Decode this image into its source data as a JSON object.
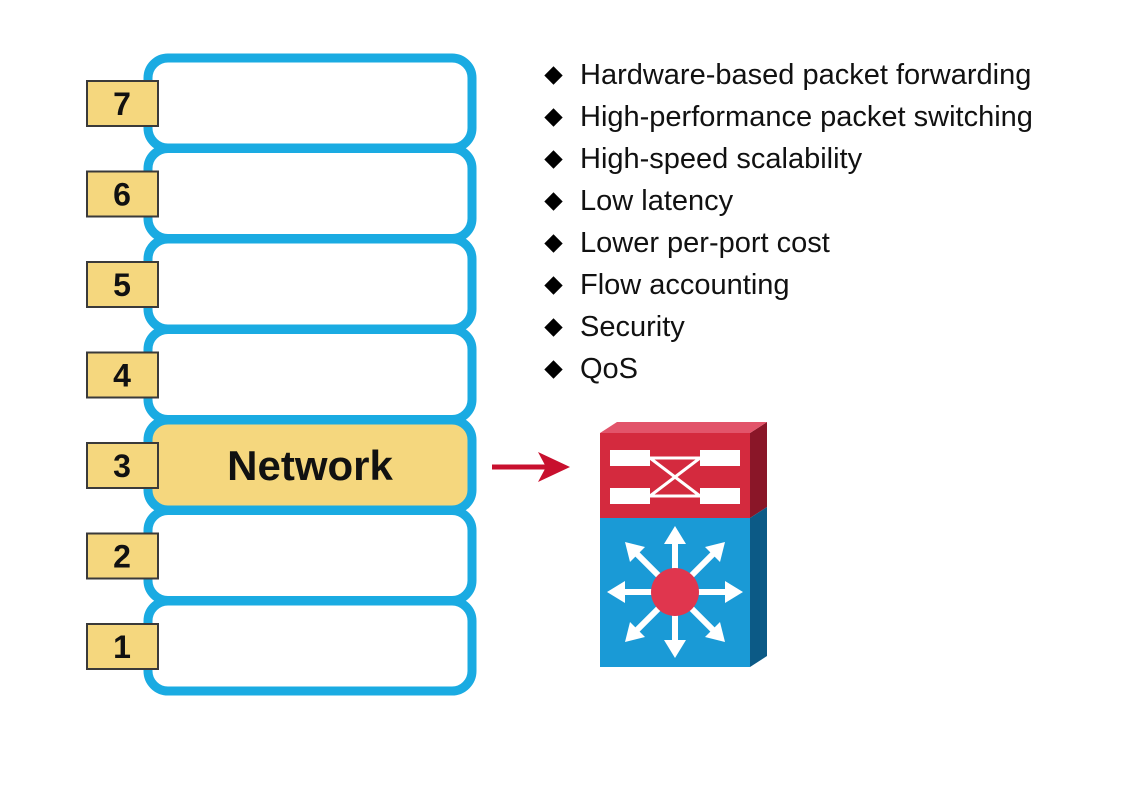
{
  "layers": [
    {
      "number": "7",
      "name": ""
    },
    {
      "number": "6",
      "name": ""
    },
    {
      "number": "5",
      "name": ""
    },
    {
      "number": "4",
      "name": ""
    },
    {
      "number": "3",
      "name": "Network",
      "highlighted": true
    },
    {
      "number": "2",
      "name": ""
    },
    {
      "number": "1",
      "name": ""
    }
  ],
  "features": [
    "Hardware-based packet forwarding",
    "High-performance packet switching",
    "High-speed scalability",
    "Low latency",
    "Lower per-port cost",
    "Flow accounting",
    "Security",
    "QoS"
  ],
  "device": {
    "icon": "multilayer-switch-icon"
  },
  "colors": {
    "layer_border": "#1aabe2",
    "number_box": "#f5d77e",
    "highlight_fill": "#f5d77e",
    "arrow": "#c8102e",
    "switch_top": "#d42a3e",
    "switch_body": "#1a9ad6"
  }
}
